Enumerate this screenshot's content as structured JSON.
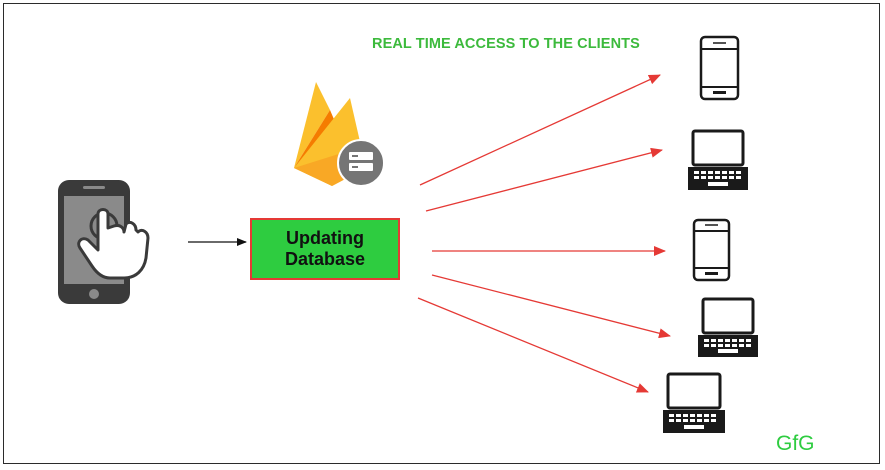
{
  "headline": "REAL TIME ACCESS TO THE CLIENTS",
  "database": {
    "line1": "Updating",
    "line2": "Database"
  },
  "watermark": "GfG",
  "colors": {
    "headline": "#3cba3c",
    "box_fill": "#2ecc40",
    "box_border": "#e53935",
    "arrow": "#e53935",
    "flame_orange": "#f57c00",
    "flame_yellow": "#fbc02d",
    "badge": "#757575",
    "device": "#1a1a1a",
    "watermark": "#2ecc40"
  },
  "icons": {
    "source": "phone-with-tapping-hand-icon",
    "service": "firebase-flame-icon",
    "clients": [
      "smartphone-icon",
      "laptop-icon",
      "smartphone-icon",
      "laptop-icon",
      "laptop-icon"
    ]
  }
}
